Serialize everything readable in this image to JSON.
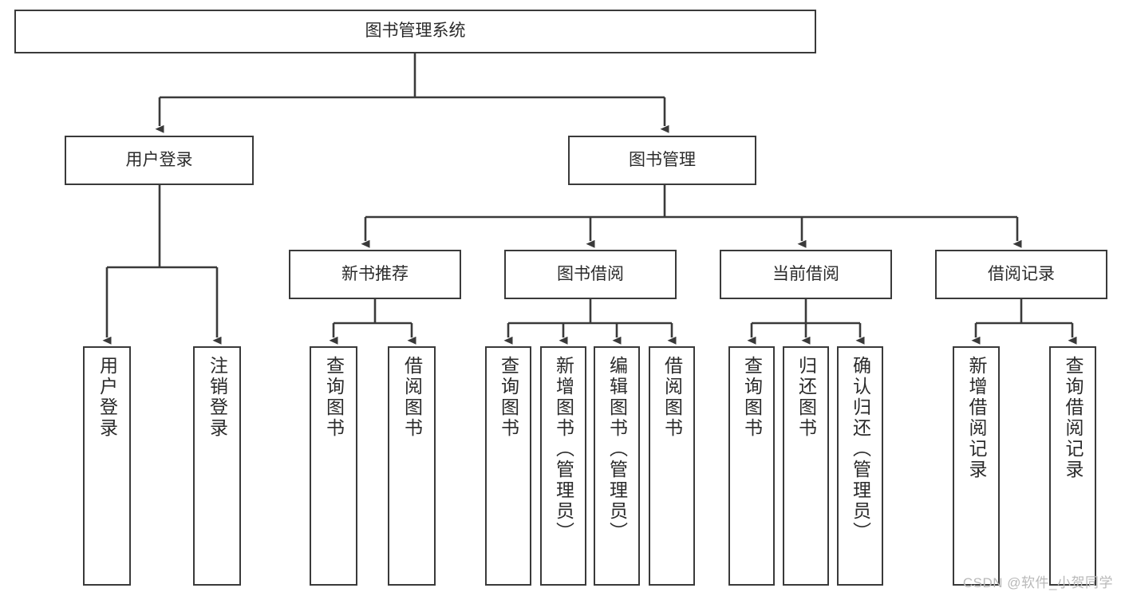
{
  "diagram": {
    "type": "tree-hierarchy-chart",
    "title": "图书管理系统",
    "orientation": "top-down",
    "colors": {
      "stroke": "#3a3a3a",
      "fill": "#ffffff",
      "text": "#2b2b2b",
      "watermark": "#b9b9b9"
    },
    "nodes": {
      "root": {
        "label": "图书管理系统"
      },
      "level1": [
        {
          "id": "user-login",
          "label": "用户登录"
        },
        {
          "id": "book-manage",
          "label": "图书管理"
        }
      ],
      "level2": [
        {
          "id": "new-book-recommend",
          "label": "新书推荐"
        },
        {
          "id": "book-borrow",
          "label": "图书借阅"
        },
        {
          "id": "current-borrow",
          "label": "当前借阅"
        },
        {
          "id": "borrow-record",
          "label": "借阅记录"
        }
      ],
      "leaves": {
        "user-login": [
          {
            "id": "leaf-user-login",
            "label": "用户登录"
          },
          {
            "id": "leaf-logout",
            "label": "注销登录"
          }
        ],
        "new-book-recommend": [
          {
            "id": "leaf-query-book-1",
            "label": "查询图书"
          },
          {
            "id": "leaf-borrow-book-1",
            "label": "借阅图书"
          }
        ],
        "book-borrow": [
          {
            "id": "leaf-query-book-2",
            "label": "查询图书"
          },
          {
            "id": "leaf-add-book",
            "label": "新增图书（管理员）"
          },
          {
            "id": "leaf-edit-book",
            "label": "编辑图书（管理员）"
          },
          {
            "id": "leaf-borrow-book-2",
            "label": "借阅图书"
          }
        ],
        "current-borrow": [
          {
            "id": "leaf-query-book-3",
            "label": "查询图书"
          },
          {
            "id": "leaf-return-book",
            "label": "归还图书"
          },
          {
            "id": "leaf-confirm-return",
            "label": "确认归还（管理员）"
          }
        ],
        "borrow-record": [
          {
            "id": "leaf-add-record",
            "label": "新增借阅记录"
          },
          {
            "id": "leaf-query-record",
            "label": "查询借阅记录"
          }
        ]
      }
    }
  },
  "watermark": {
    "text": "CSDN @软件_小贺同学"
  }
}
